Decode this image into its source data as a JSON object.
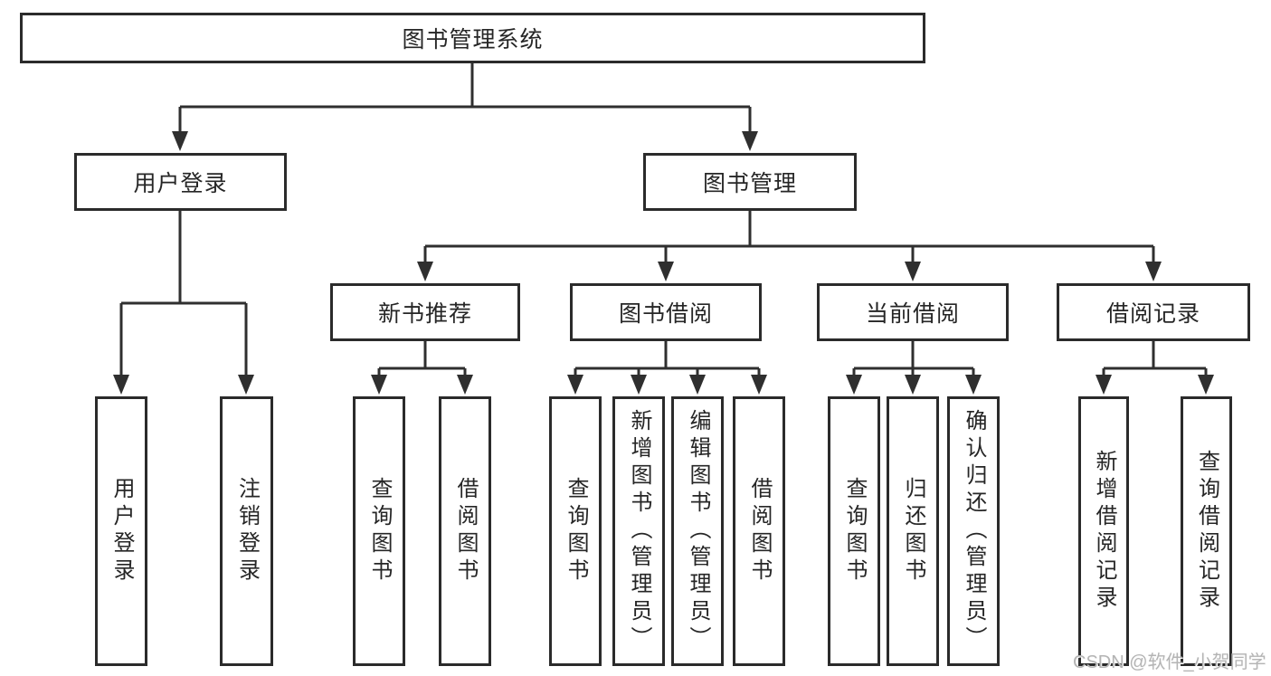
{
  "colors": {
    "background": "#ffffff",
    "line": "#2f2f2f",
    "box_border": "#2b2b2b",
    "text": "#262626",
    "watermark": "#b4b4b4"
  },
  "tree": {
    "root": {
      "label": "图书管理系统"
    },
    "branches": [
      {
        "label": "用户登录",
        "children": [
          {
            "label": "用户登录"
          },
          {
            "label": "注销登录"
          }
        ]
      },
      {
        "label": "图书管理",
        "children": [
          {
            "label": "新书推荐",
            "children": [
              {
                "label": "查询图书"
              },
              {
                "label": "借阅图书"
              }
            ]
          },
          {
            "label": "图书借阅",
            "children": [
              {
                "label": "查询图书"
              },
              {
                "label": "新增图书（管理员）"
              },
              {
                "label": "编辑图书（管理员）"
              },
              {
                "label": "借阅图书"
              }
            ]
          },
          {
            "label": "当前借阅",
            "children": [
              {
                "label": "查询图书"
              },
              {
                "label": "归还图书"
              },
              {
                "label": "确认归还（管理员）"
              }
            ]
          },
          {
            "label": "借阅记录",
            "children": [
              {
                "label": "新增借阅记录"
              },
              {
                "label": "查询借阅记录"
              }
            ]
          }
        ]
      }
    ]
  },
  "watermark": {
    "text": "CSDN @软件_小贺同学"
  }
}
